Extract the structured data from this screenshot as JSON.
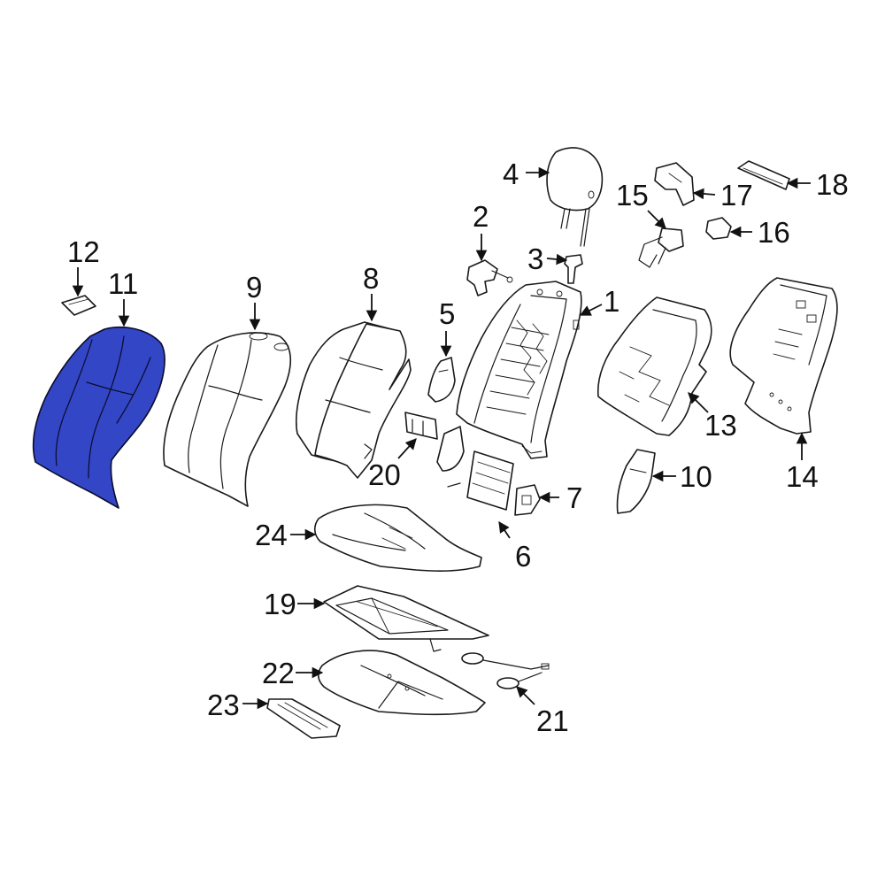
{
  "colors": {
    "highlight": "#3346c6",
    "outline": "#1a1a1a",
    "background": "#ffffff"
  },
  "highlighted_part": "11",
  "callouts": {
    "c1": "1",
    "c2": "2",
    "c3": "3",
    "c4": "4",
    "c5": "5",
    "c6": "6",
    "c7": "7",
    "c8": "8",
    "c9": "9",
    "c10": "10",
    "c11": "11",
    "c12": "12",
    "c13": "13",
    "c14": "14",
    "c15": "15",
    "c16": "16",
    "c17": "17",
    "c18": "18",
    "c19": "19",
    "c20": "20",
    "c21": "21",
    "c22": "22",
    "c23": "23",
    "c24": "24"
  }
}
